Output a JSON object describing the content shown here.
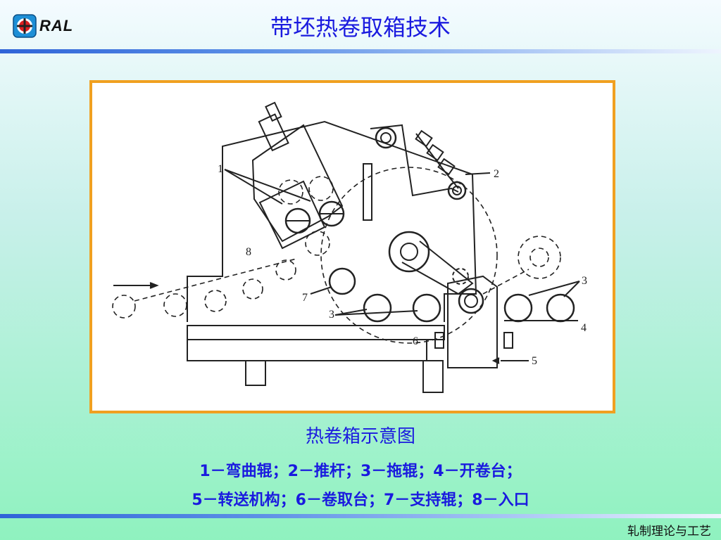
{
  "header": {
    "logo_text": "RAL",
    "title": "带坯热卷取箱技术"
  },
  "figure": {
    "labels": {
      "l1": "1",
      "l2": "2",
      "l3a": "3",
      "l3b": "3",
      "l4": "4",
      "l5": "5",
      "l6": "6",
      "l7": "7",
      "l8": "8"
    },
    "caption": "热卷箱示意图"
  },
  "legend": {
    "line1": "1－弯曲辊；2－推杆；3－拖辊；4－开卷台；",
    "line2": "5－转送机构；6－卷取台；7－支持辊；8－入口"
  },
  "footer": {
    "text": "轧制理论与工艺"
  },
  "colors": {
    "title": "#1a1adf",
    "frame": "#f0a020",
    "bar": "#2f64d8"
  }
}
